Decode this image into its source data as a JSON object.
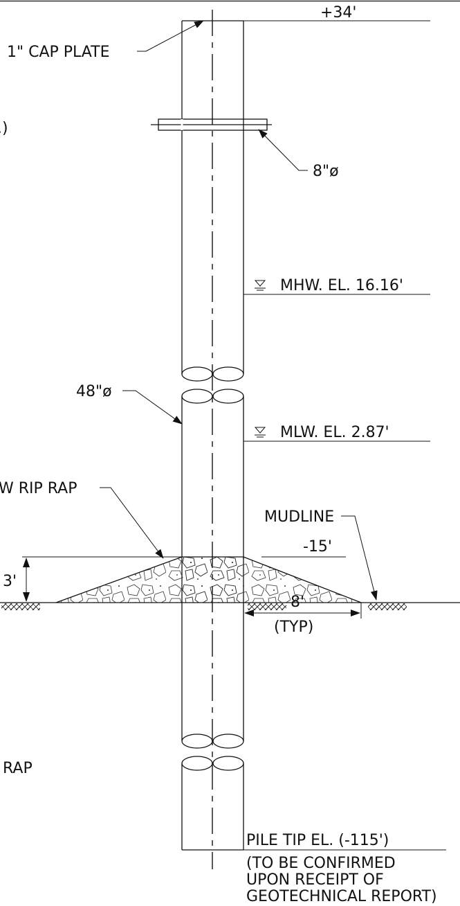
{
  "labels": {
    "top_elevation": "+34'",
    "cap_plate": "1\" CAP PLATE",
    "partial_note": ".)",
    "flange_diameter": "8\"ø",
    "mhw": "MHW. EL. 16.16'",
    "pile_diameter": "48\"ø",
    "mlw": "MLW. EL. 2.87'",
    "rip_rap": "W RIP RAP",
    "mudline": "MUDLINE",
    "mudline_elevation": "-15'",
    "riprap_height": "3'",
    "riprap_width": "8'",
    "riprap_width_note": "(TYP)",
    "lower_rap": "RAP",
    "pile_tip": "PILE TIP EL. (-115')",
    "pile_tip_note_1": "(TO BE CONFIRMED",
    "pile_tip_note_2": "UPON RECEIPT OF",
    "pile_tip_note_3": "GEOTECHNICAL REPORT)"
  },
  "icons": {
    "water_level": "water-level-triangle-icon",
    "ground_hatch": "soil-hatch-icon",
    "arrow": "leader-arrow-icon"
  },
  "colors": {
    "line": "#111111",
    "background": "#ffffff"
  }
}
